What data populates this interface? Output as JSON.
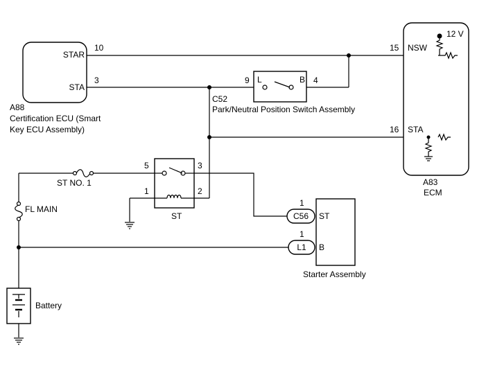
{
  "ecu_a88": {
    "star_pin_label": "STAR",
    "sta_pin_label": "STA",
    "star_pin_num": "10",
    "sta_pin_num": "3",
    "connector_code": "A88",
    "name_line1": "Certification ECU (Smart",
    "name_line2": "Key ECU Assembly)"
  },
  "pnp_switch": {
    "connector_code": "C52",
    "name": "Park/Neutral Position Switch Assembly",
    "pin_left_num": "9",
    "pin_right_num": "4",
    "pin_left_label": "L",
    "pin_right_label": "B"
  },
  "ecm": {
    "connector_code": "A83",
    "name": "ECM",
    "nsw_pin_num": "15",
    "nsw_pin_label": "NSW",
    "sta_pin_num": "16",
    "sta_pin_label": "STA",
    "supply_label": "12 V"
  },
  "st_relay": {
    "name": "ST",
    "pin5": "5",
    "pin3": "3",
    "pin1": "1",
    "pin2": "2"
  },
  "fuses": {
    "st_no1": "ST NO. 1",
    "fl_main": "FL MAIN"
  },
  "starter": {
    "name": "Starter Assembly",
    "c56_connector": "C56",
    "c56_pin_num": "1",
    "c56_pin_label": "ST",
    "l1_connector": "L1",
    "l1_pin_num": "1",
    "l1_pin_label": "B"
  },
  "battery": {
    "name": "Battery"
  }
}
